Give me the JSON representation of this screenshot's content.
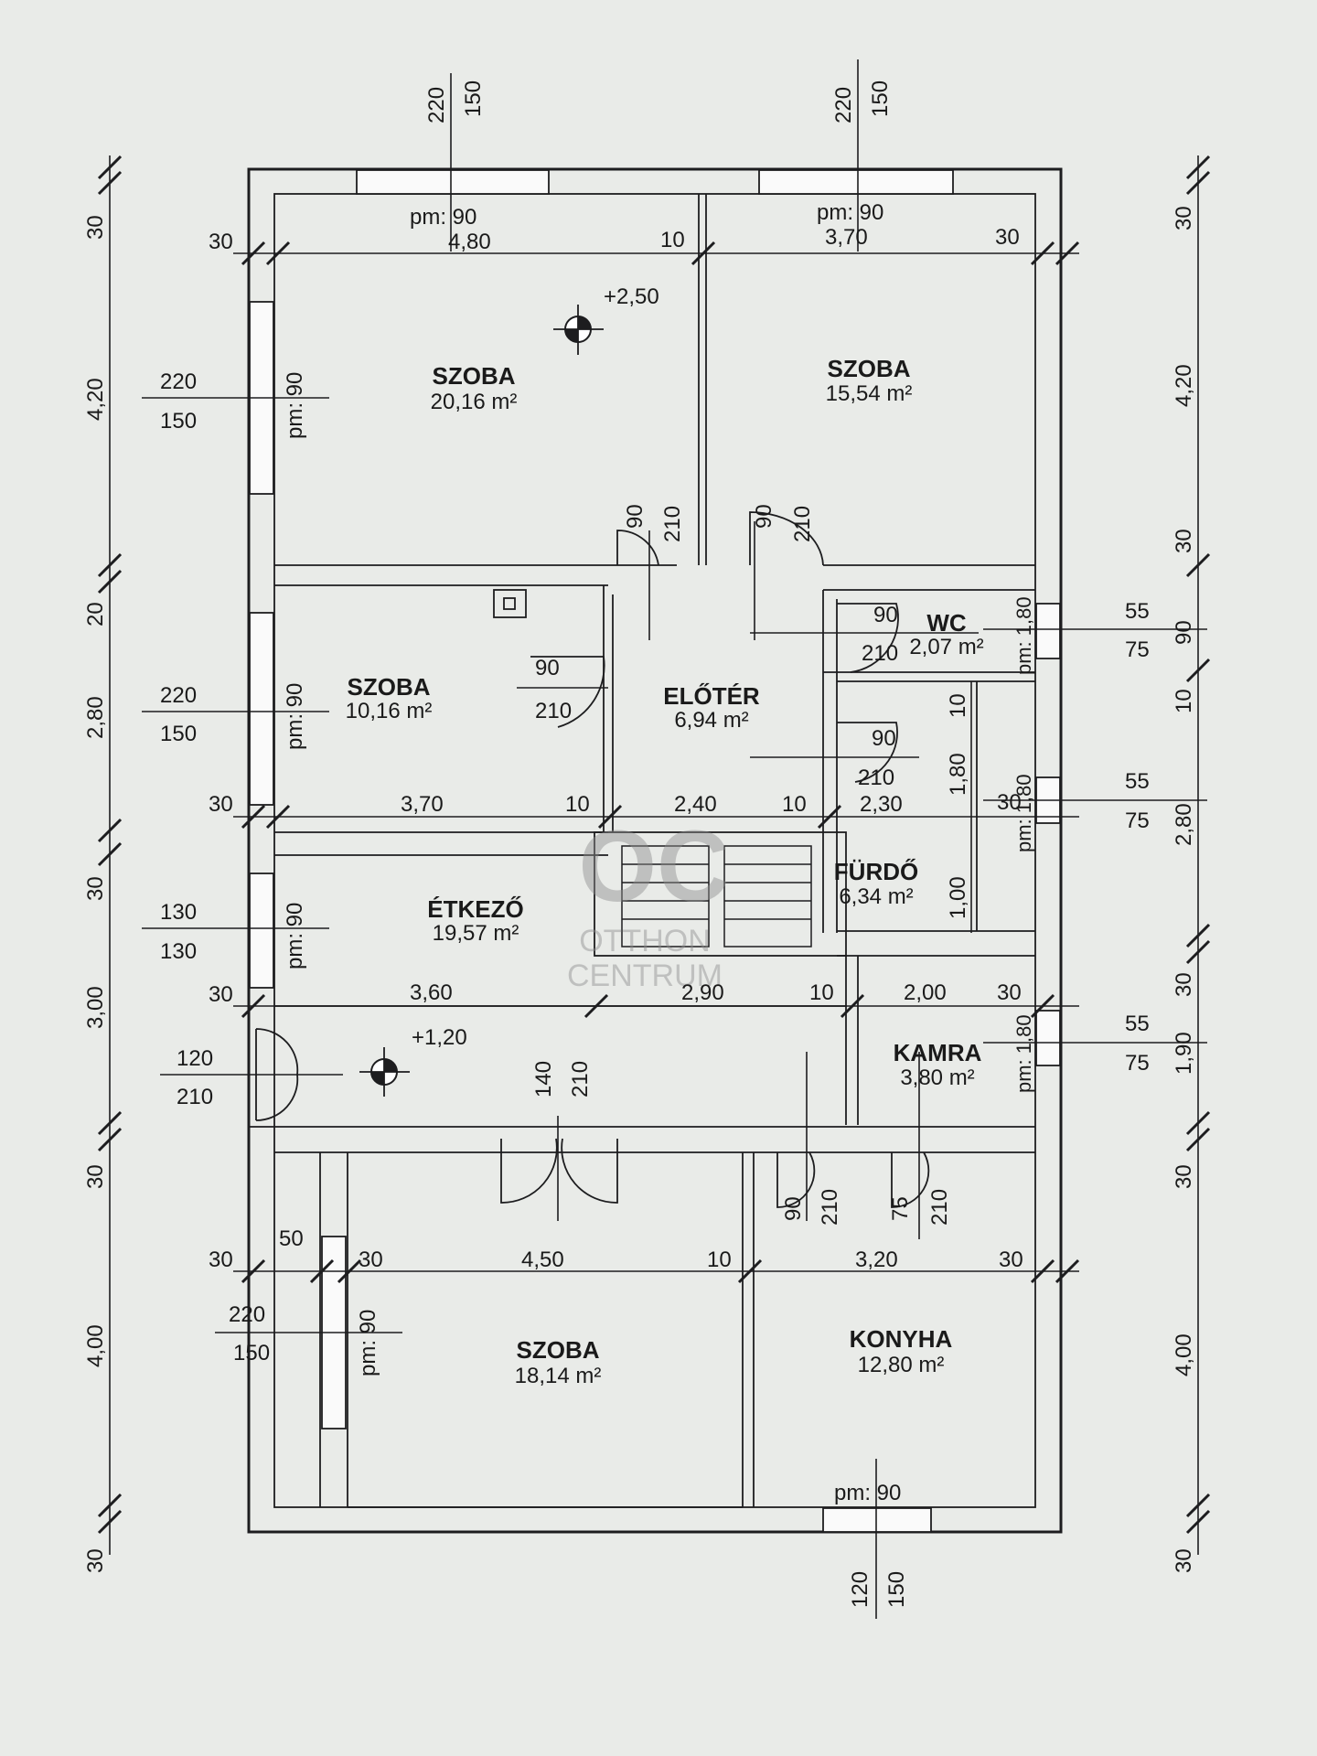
{
  "rooms": [
    {
      "name": "SZOBA",
      "area": "20,16 m²"
    },
    {
      "name": "SZOBA",
      "area": "15,54 m²"
    },
    {
      "name": "WC",
      "area": "2,07 m²"
    },
    {
      "name": "SZOBA",
      "area": "10,16 m²"
    },
    {
      "name": "ELŐTÉR",
      "area": "6,94 m²"
    },
    {
      "name": "FÜRDŐ",
      "area": "6,34 m²"
    },
    {
      "name": "ÉTKEZŐ",
      "area": "19,57 m²"
    },
    {
      "name": "KAMRA",
      "area": "3,80 m²"
    },
    {
      "name": "SZOBA",
      "area": "18,14 m²"
    },
    {
      "name": "KONYHA",
      "area": "12,80 m²"
    }
  ],
  "levels": [
    "+2,50",
    "+1,20"
  ],
  "watermark": {
    "mark": "OC",
    "line1": "OTTHON",
    "line2": "CENTRUM"
  },
  "left_dims": [
    "30",
    "4,20",
    "20",
    "2,80",
    "30",
    "3,00",
    "30",
    "4,00",
    "30"
  ],
  "right_dims": [
    "30",
    "4,20",
    "30",
    "90",
    "10",
    "2,80",
    "30",
    "1,90",
    "30",
    "4,00",
    "30"
  ],
  "row1_dims": [
    "30",
    "4,80",
    "10",
    "3,70",
    "30"
  ],
  "row2_dims": [
    "30",
    "3,70",
    "10",
    "2,40",
    "10",
    "2,30",
    "30"
  ],
  "row3_dims": [
    "30",
    "3,60",
    "2,90",
    "10",
    "2,00",
    "30"
  ],
  "row4_dims": [
    "30",
    "50",
    "30",
    "4,50",
    "10",
    "3,20",
    "30"
  ],
  "window_marks": {
    "top_left": [
      "220",
      "150",
      "pm: 90"
    ],
    "top_right": [
      "220",
      "150",
      "pm: 90"
    ],
    "left1": [
      "220",
      "150",
      "pm: 90"
    ],
    "left2": [
      "220",
      "150",
      "pm: 90"
    ],
    "left3": [
      "130",
      "130",
      "pm: 90"
    ],
    "door_left": [
      "120",
      "210"
    ],
    "left4": [
      "220",
      "150",
      "pm: 90"
    ],
    "bottom": [
      "120",
      "150",
      "pm: 90"
    ],
    "right_wc": [
      "55",
      "75",
      "pm: 1,80"
    ],
    "right_bath": [
      "55",
      "75",
      "pm: 1,80"
    ],
    "right_kamra": [
      "55",
      "75",
      "pm: 1,80"
    ]
  },
  "door_marks": {
    "d1": [
      "90",
      "210"
    ],
    "d2": [
      "90",
      "210"
    ],
    "wc": [
      "90",
      "210"
    ],
    "szoba2": [
      "90",
      "210"
    ],
    "bath": [
      "90",
      "210"
    ],
    "living": [
      "140",
      "210"
    ],
    "kitchen": [
      "90",
      "210"
    ],
    "kamra": [
      "75",
      "210"
    ]
  },
  "bath_dims": [
    "10",
    "1,80",
    "1,00"
  ]
}
